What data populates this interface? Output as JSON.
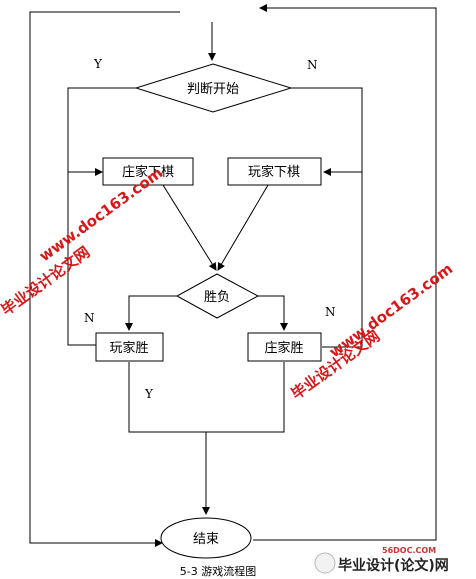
{
  "diagram": {
    "nodes": {
      "judge_start": "判断开始",
      "banker_move": "庄家下棋",
      "player_move": "玩家下棋",
      "win_lose": "胜负",
      "player_win": "玩家胜",
      "banker_win": "庄家胜",
      "end": "结束"
    },
    "edge_labels": {
      "yes_left": "Y",
      "no_right": "N",
      "no_left": "N",
      "no_right2": "N",
      "yes_bottom": "Y"
    },
    "caption": "5-3 游戏流程图"
  },
  "watermarks": {
    "site_text": "毕业设计论文网",
    "url_text": "www.doc163.com"
  },
  "logo": {
    "small": "56DOC.COM",
    "main": "毕业设计(论文)网"
  }
}
